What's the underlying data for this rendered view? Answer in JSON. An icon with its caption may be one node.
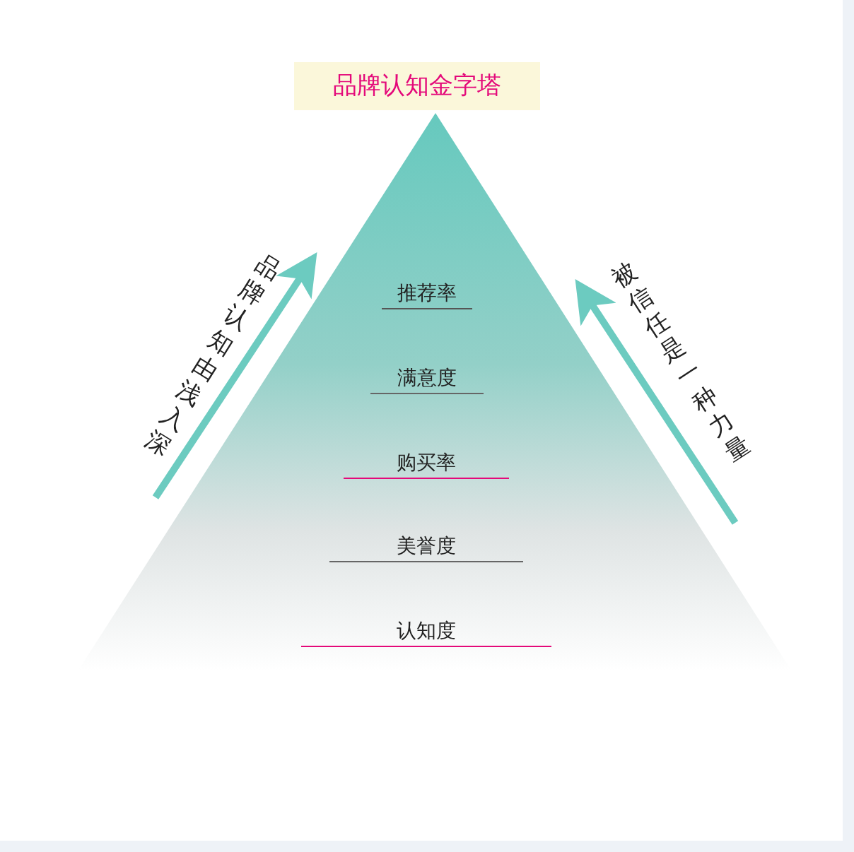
{
  "diagram": {
    "title": "品牌认知金字塔",
    "labels": [
      "品牌认知由浅入深",
      "推荐率",
      "被信任是一种力量",
      "满意度",
      "购买率",
      "美誉度",
      "认知度"
    ]
  }
}
